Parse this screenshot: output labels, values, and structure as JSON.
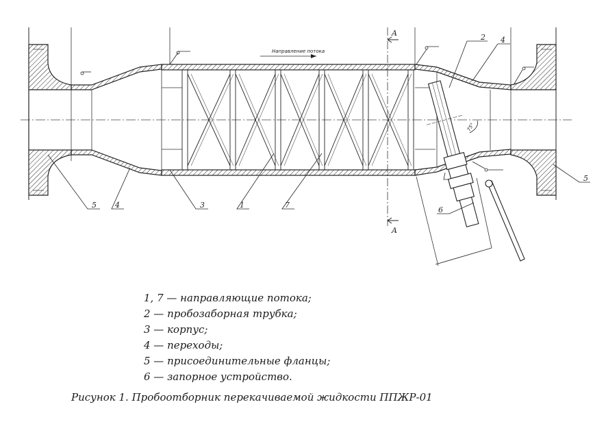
{
  "drawing": {
    "flow_direction_label": "Направление потока",
    "section_label_top": "A",
    "section_label_bottom": "A",
    "angle_label": "75°",
    "callouts": {
      "left_flange": "5",
      "left_transition": "4",
      "body": "3",
      "guide_1": "1",
      "guide_7": "7",
      "probe_tube": "2",
      "right_transition": "4",
      "right_flange": "5",
      "valve": "6"
    }
  },
  "legend": [
    "1, 7 — направляющие потока;",
    "2 — пробозаборная трубка;",
    "3 — корпус;",
    "4 — переходы;",
    "5 — присоединительные фланцы;",
    "6 — запорное устройство."
  ],
  "caption": "Рисунок 1. Пробоотборник перекачиваемой жидкости ППЖР-01"
}
